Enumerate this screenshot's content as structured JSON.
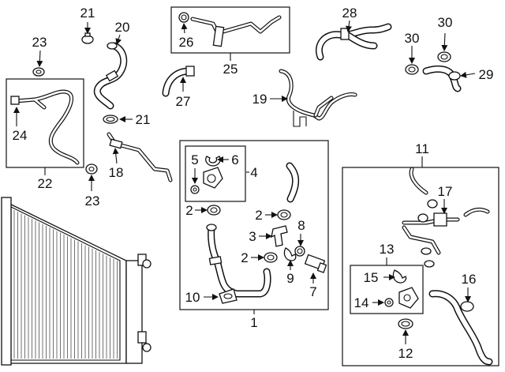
{
  "callouts": {
    "c1": "1",
    "c2a": "2",
    "c2b": "2",
    "c2c": "2",
    "c3": "3",
    "c4": "4",
    "c5": "5",
    "c6": "6",
    "c7": "7",
    "c8": "8",
    "c9": "9",
    "c10": "10",
    "c11": "11",
    "c12": "12",
    "c13": "13",
    "c14": "14",
    "c15": "15",
    "c16": "16",
    "c17": "17",
    "c18": "18",
    "c19": "19",
    "c20": "20",
    "c21a": "21",
    "c21b": "21",
    "c22": "22",
    "c23a": "23",
    "c23b": "23",
    "c24": "24",
    "c25": "25",
    "c26": "26",
    "c27": "27",
    "c28": "28",
    "c29": "29",
    "c30a": "30",
    "c30b": "30"
  }
}
